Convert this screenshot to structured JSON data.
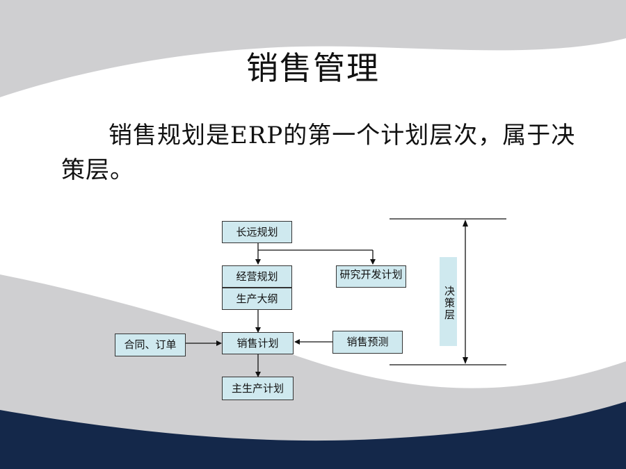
{
  "title": "销售管理",
  "body_text": "销售规划是ERP的第一个计划层次，属于决策层。",
  "diagram": {
    "nodes": {
      "long_term_plan": "长远规划",
      "business_plan": "经营规划",
      "rd_plan": "研究开发计划",
      "production_outline": "生产大纲",
      "contracts_orders": "合同、订单",
      "sales_plan": "销售计划",
      "sales_forecast": "销售预测",
      "master_production_plan": "主生产计划"
    },
    "decision_layer_label": "决策层"
  },
  "colors": {
    "box_fill": "#cfe9ef",
    "navy": "#14284a",
    "gray": "#cfcfd1"
  }
}
